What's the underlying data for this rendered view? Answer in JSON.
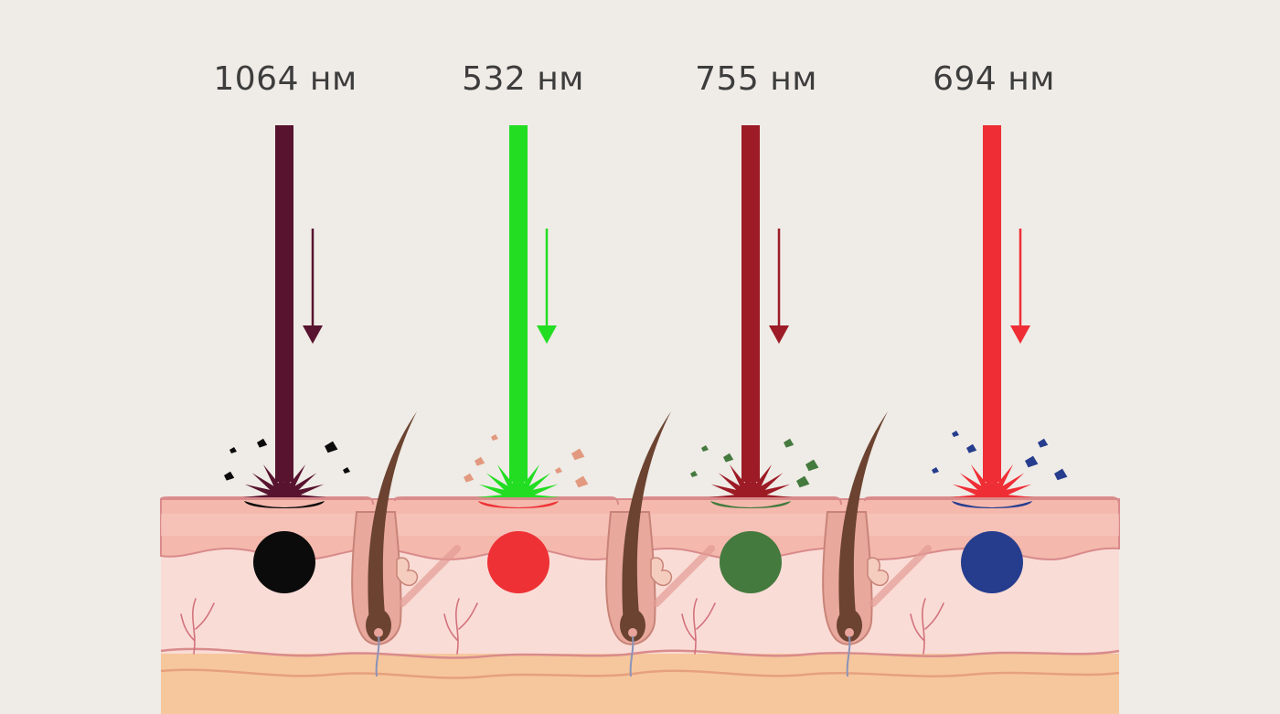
{
  "lasers": [
    {
      "label": "1064 нм",
      "beam_color": "#58132f",
      "target_color": "#0b0b0b"
    },
    {
      "label": "532 нм",
      "beam_color": "#22dd22",
      "target_color": "#ee3135"
    },
    {
      "label": "755 нм",
      "beam_color": "#9c1b25",
      "target_color": "#447a3e"
    },
    {
      "label": "694 нм",
      "beam_color": "#ef2d35",
      "target_color": "#263d8e"
    }
  ],
  "skin_colors": {
    "epidermis": "#f4b8ad",
    "dermis": "#fadcd6",
    "subcutis": "#f6c79c",
    "outline": "#d98b8b",
    "hair": "#6b4330",
    "vessel": "#d2727c"
  }
}
